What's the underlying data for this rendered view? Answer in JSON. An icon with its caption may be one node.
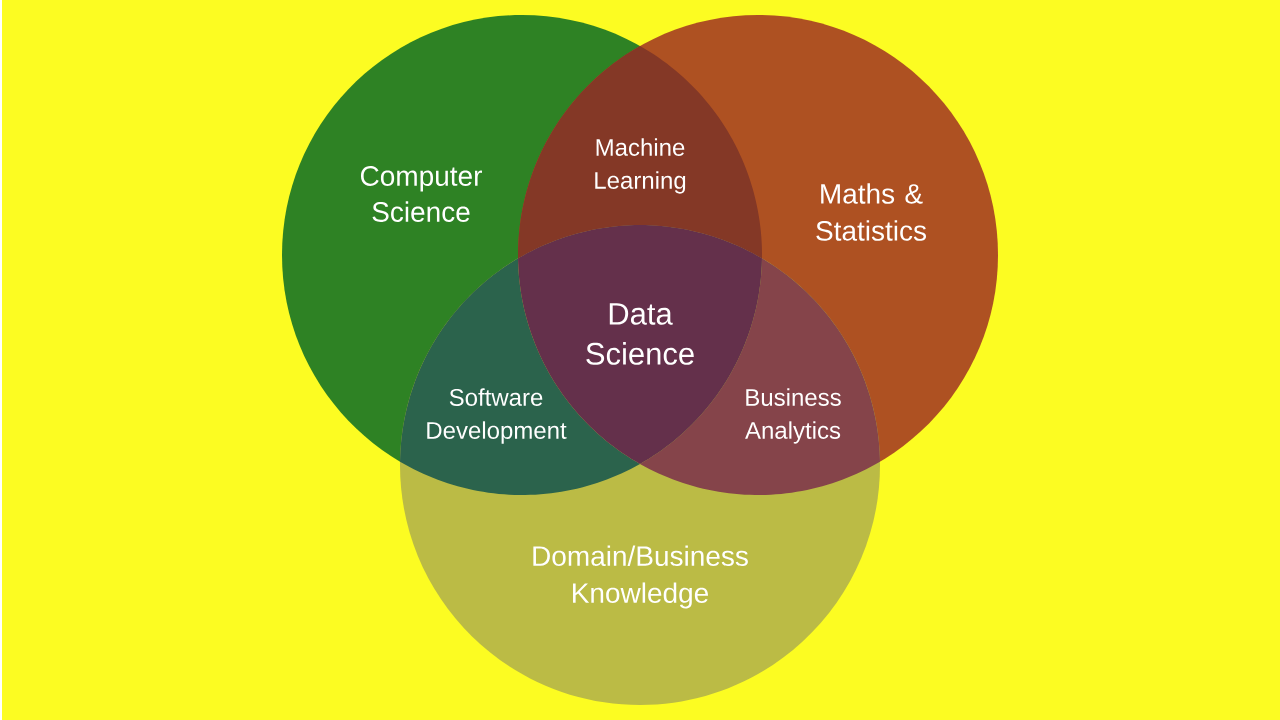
{
  "diagram": {
    "nodes": [
      {
        "text": [
          "Computer Science"
        ]
      },
      {
        "text": [
          "Machine Learning"
        ]
      },
      {
        "text": [
          "Maths & Statistics"
        ]
      },
      {
        "text": [
          "Data Science"
        ]
      },
      {
        "text": [
          "Software Development"
        ]
      },
      {
        "text": [
          "Business Analytics"
        ]
      },
      {
        "text": [
          "Domain/Business Knowledge"
        ]
      }
    ]
  }
}
